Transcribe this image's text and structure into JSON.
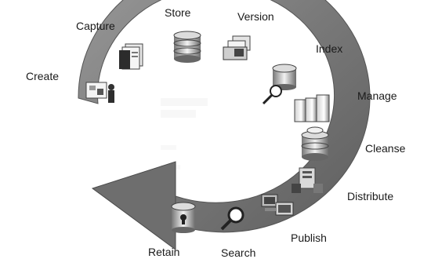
{
  "diagram": {
    "stages": [
      {
        "id": "create",
        "label": "Create",
        "icon": "presentation-person-icon"
      },
      {
        "id": "capture",
        "label": "Capture",
        "icon": "document-scanner-icon"
      },
      {
        "id": "store",
        "label": "Store",
        "icon": "database-icon"
      },
      {
        "id": "version",
        "label": "Version",
        "icon": "document-stack-icon"
      },
      {
        "id": "index",
        "label": "Index",
        "icon": "database-search-icon"
      },
      {
        "id": "manage",
        "label": "Manage",
        "icon": "binders-icon"
      },
      {
        "id": "cleanse",
        "label": "Cleanse",
        "icon": "database-filter-icon"
      },
      {
        "id": "distribute",
        "label": "Distribute",
        "icon": "server-network-icon"
      },
      {
        "id": "publish",
        "label": "Publish",
        "icon": "computers-icon"
      },
      {
        "id": "search",
        "label": "Search",
        "icon": "magnifier-icon"
      },
      {
        "id": "retain",
        "label": "Retain",
        "icon": "vault-lock-icon"
      }
    ],
    "colors": {
      "arrow_fill": "#7f7f7f",
      "arrow_edge": "#555555",
      "label_text": "#1a1a1a"
    }
  }
}
